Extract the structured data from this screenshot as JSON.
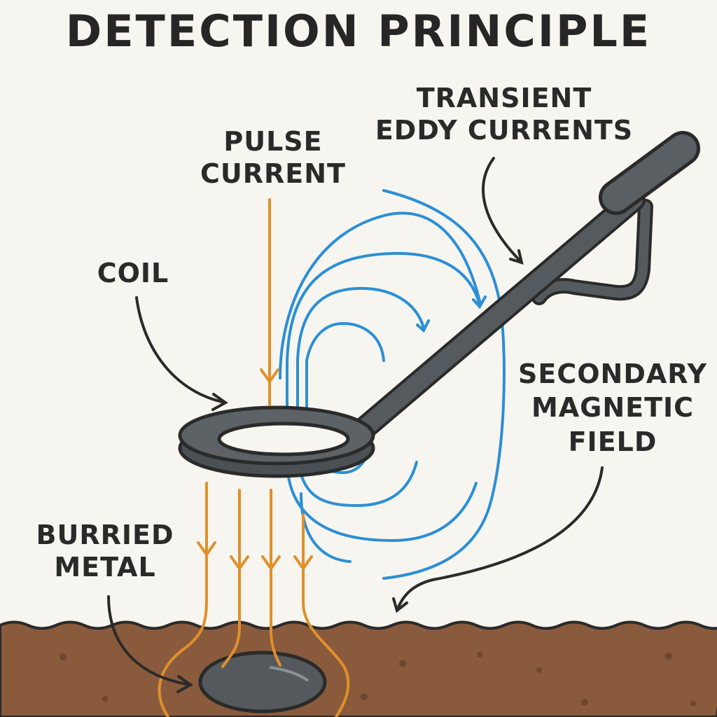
{
  "title": "DETECTION PRINCIPLE",
  "labels": {
    "pulse_current": "PULSE\nCURRENT",
    "transient_eddy_currents": "TRANSIENT\nEDDY CURRENTS",
    "coil": "COIL",
    "secondary_magnetic_field": "SECONDARY\nMAGNETIC\nFIELD",
    "buried_metal": "BURRIED\nMETAL"
  },
  "colors": {
    "background": "#f7f5ef",
    "pulse_current": "#e0902a",
    "magnetic_field": "#2b8fd6",
    "soil": "#8a5a3c",
    "detector_body": "#555a5e",
    "outline": "#2a2a2a"
  }
}
